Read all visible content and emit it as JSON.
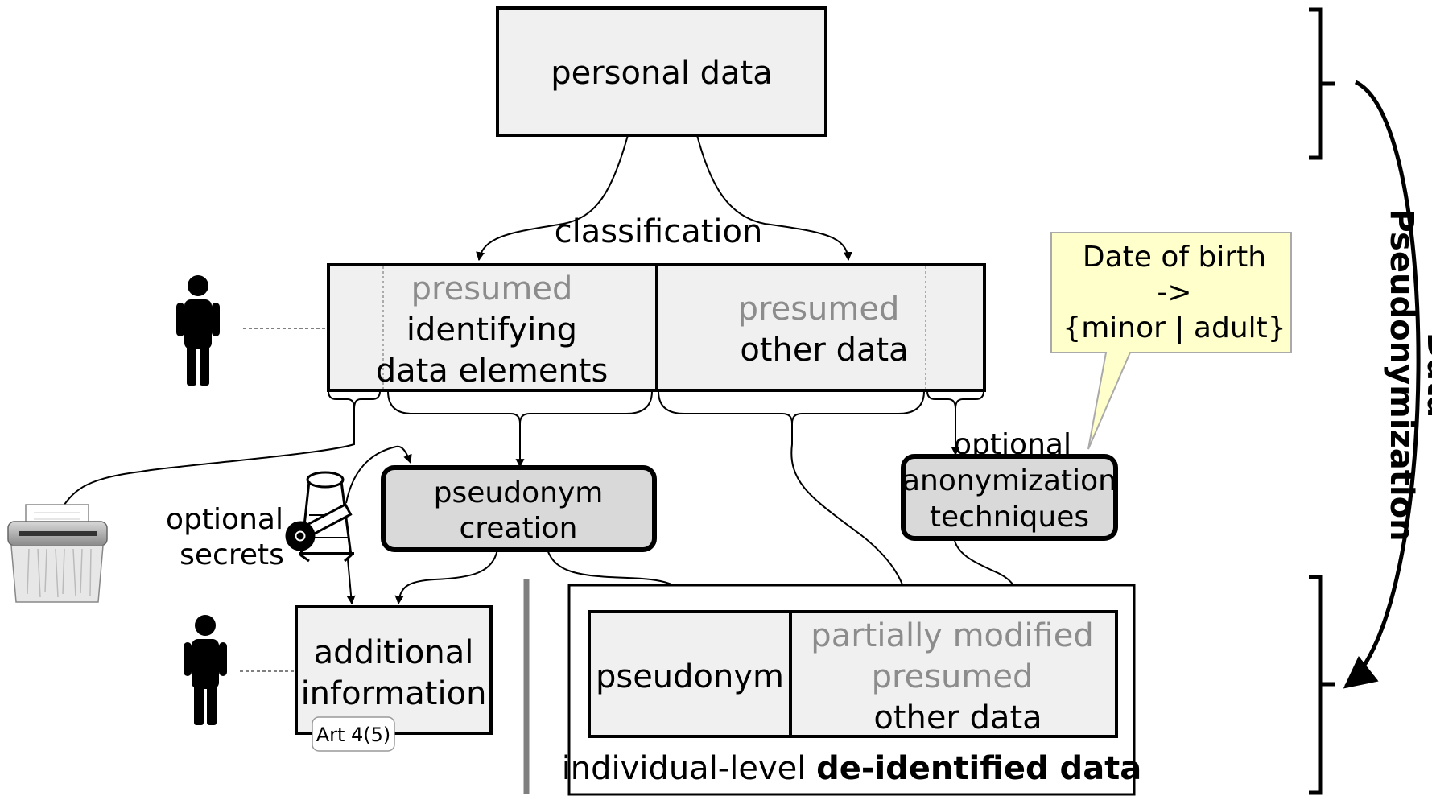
{
  "nodes": {
    "personal_data": "personal data",
    "classification": "classification",
    "identifying": {
      "muted": "presumed",
      "line1": "identifying",
      "line2": "data elements"
    },
    "other": {
      "muted": "presumed",
      "line1": "other data"
    },
    "tooltip": {
      "line1": "Date of birth",
      "line2": "->",
      "line3": "{minor | adult}"
    },
    "pseudonym_creation": {
      "line1": "pseudonym",
      "line2": "creation"
    },
    "optional_label": "optional",
    "anonymization": {
      "line1": "anonymization",
      "line2": "techniques"
    },
    "optional_secrets": {
      "line1": "optional",
      "line2": "secrets"
    },
    "additional_info": {
      "line1": "additional",
      "line2": "information"
    },
    "art_badge": "Art 4(5)",
    "pseudonym": "pseudonym",
    "partially_modified": {
      "muted1": "partially modified",
      "muted2": "presumed",
      "line1": "other data"
    },
    "deidentified": {
      "prefix": "individual-level ",
      "bold": "de-identified data"
    },
    "side_label": {
      "line1": "Data",
      "line2": "Pseudonymization"
    }
  },
  "colors": {
    "box_fill": "#f0f0f0",
    "node_fill": "#d9d9d9",
    "tooltip_fill": "#ffffcc",
    "muted_text": "#8c8c8c",
    "separator": "#7f7f7f"
  },
  "icons": [
    "person-icon",
    "shredder-icon",
    "key-icon"
  ]
}
